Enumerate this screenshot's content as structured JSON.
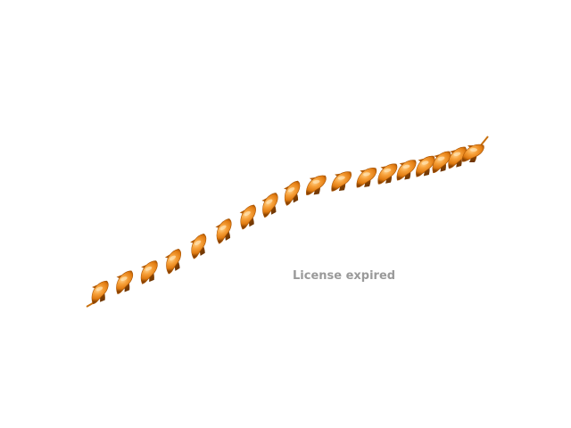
{
  "viewer": {
    "background": "#ffffff",
    "watermark": "License expired",
    "watermark_color": "#9a9a9a"
  },
  "structure": {
    "representation": "cartoon",
    "secondary_structure": "alpha-helix",
    "helix_color": "#f08a1c",
    "helix_dark": "#8a4300",
    "helix_highlight": "#ffd08a"
  }
}
